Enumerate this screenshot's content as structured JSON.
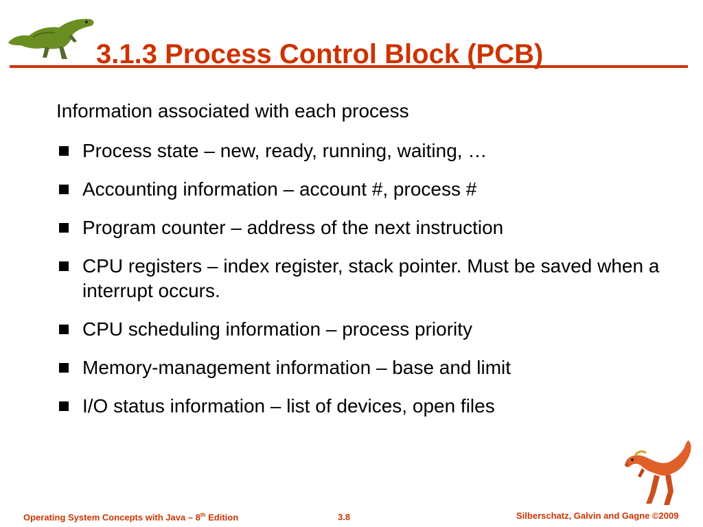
{
  "slide": {
    "title": "3.1.3 Process Control Block (PCB)",
    "intro": "Information associated with each process",
    "bullets": [
      "Process state – new, ready, running, waiting, …",
      "Accounting information – account #, process #",
      "Program counter – address of the next instruction",
      "CPU registers – index register, stack pointer. Must be saved when a interrupt occurs.",
      "CPU scheduling information – process priority",
      "Memory-management information – base and limit",
      "I/O status information – list of devices, open files"
    ]
  },
  "footer": {
    "left_prefix": "Operating System Concepts  with Java – 8",
    "left_sup": "th",
    "left_suffix": " Edition",
    "page": "3.8",
    "copyright": "Silberschatz, Galvin and Gagne ©2009"
  },
  "colors": {
    "accent": "#cc3300",
    "text": "#000000",
    "dino_top": "#6b8e23",
    "dino_bottom": "#e0602a"
  },
  "icons": {
    "top_logo": "green-dinosaur-icon",
    "bottom_logo": "red-dinosaur-icon",
    "bullet": "square-bullet-icon"
  }
}
